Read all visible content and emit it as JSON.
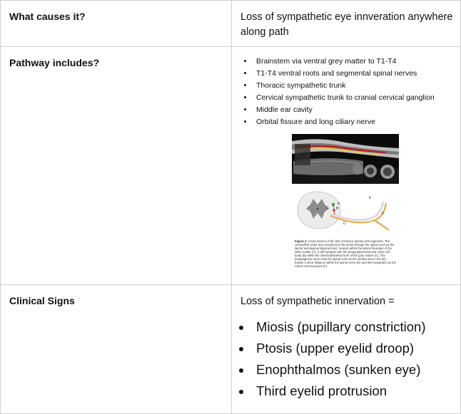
{
  "rows": [
    {
      "question": "What causes it?",
      "answer": "Loss of sympathetic eye innveration anywhere along path"
    },
    {
      "question": "Pathway includes?",
      "bullets": [
        "Brainstem via ventral grey matter to T1-T4",
        "T1-T4 ventral roots and segmental spinal nerves",
        "Thoracic sympathetic trunk",
        "Cervical sympathetic trunk to cranial cervical ganglion",
        "Middle ear cavity",
        "Orbital fissure and long ciliary nerve"
      ],
      "figure": {
        "caption_label": "Figure 3.",
        "caption_text": "Cross section of the first 3 thoracic spinal cord segments. The central/first order axon travels from the brain through the spinal cord via the lateral tectotegmentospinal tract, located within the lateral funiculus of the white matter (A). It will synapse with the preganglionic/second order cell body (B) within the intermediolateral horn of the gray matter (C). The preganglionic axon exits the spinal cord via the ventral nerve root (D), travels a short distance within the spinal nerve (E) and then separates as the ramus communicans (F).",
        "letters": [
          "A",
          "B",
          "C",
          "D",
          "E",
          "F"
        ]
      }
    },
    {
      "question": "Clinical Signs",
      "answer": "Loss of sympathetic innervation =",
      "bullets": [
        "Miosis (pupillary constriction)",
        "Ptosis (upper eyelid droop)",
        "Enophthalmos (sunken eye)",
        "Third eyelid protrusion"
      ]
    }
  ]
}
